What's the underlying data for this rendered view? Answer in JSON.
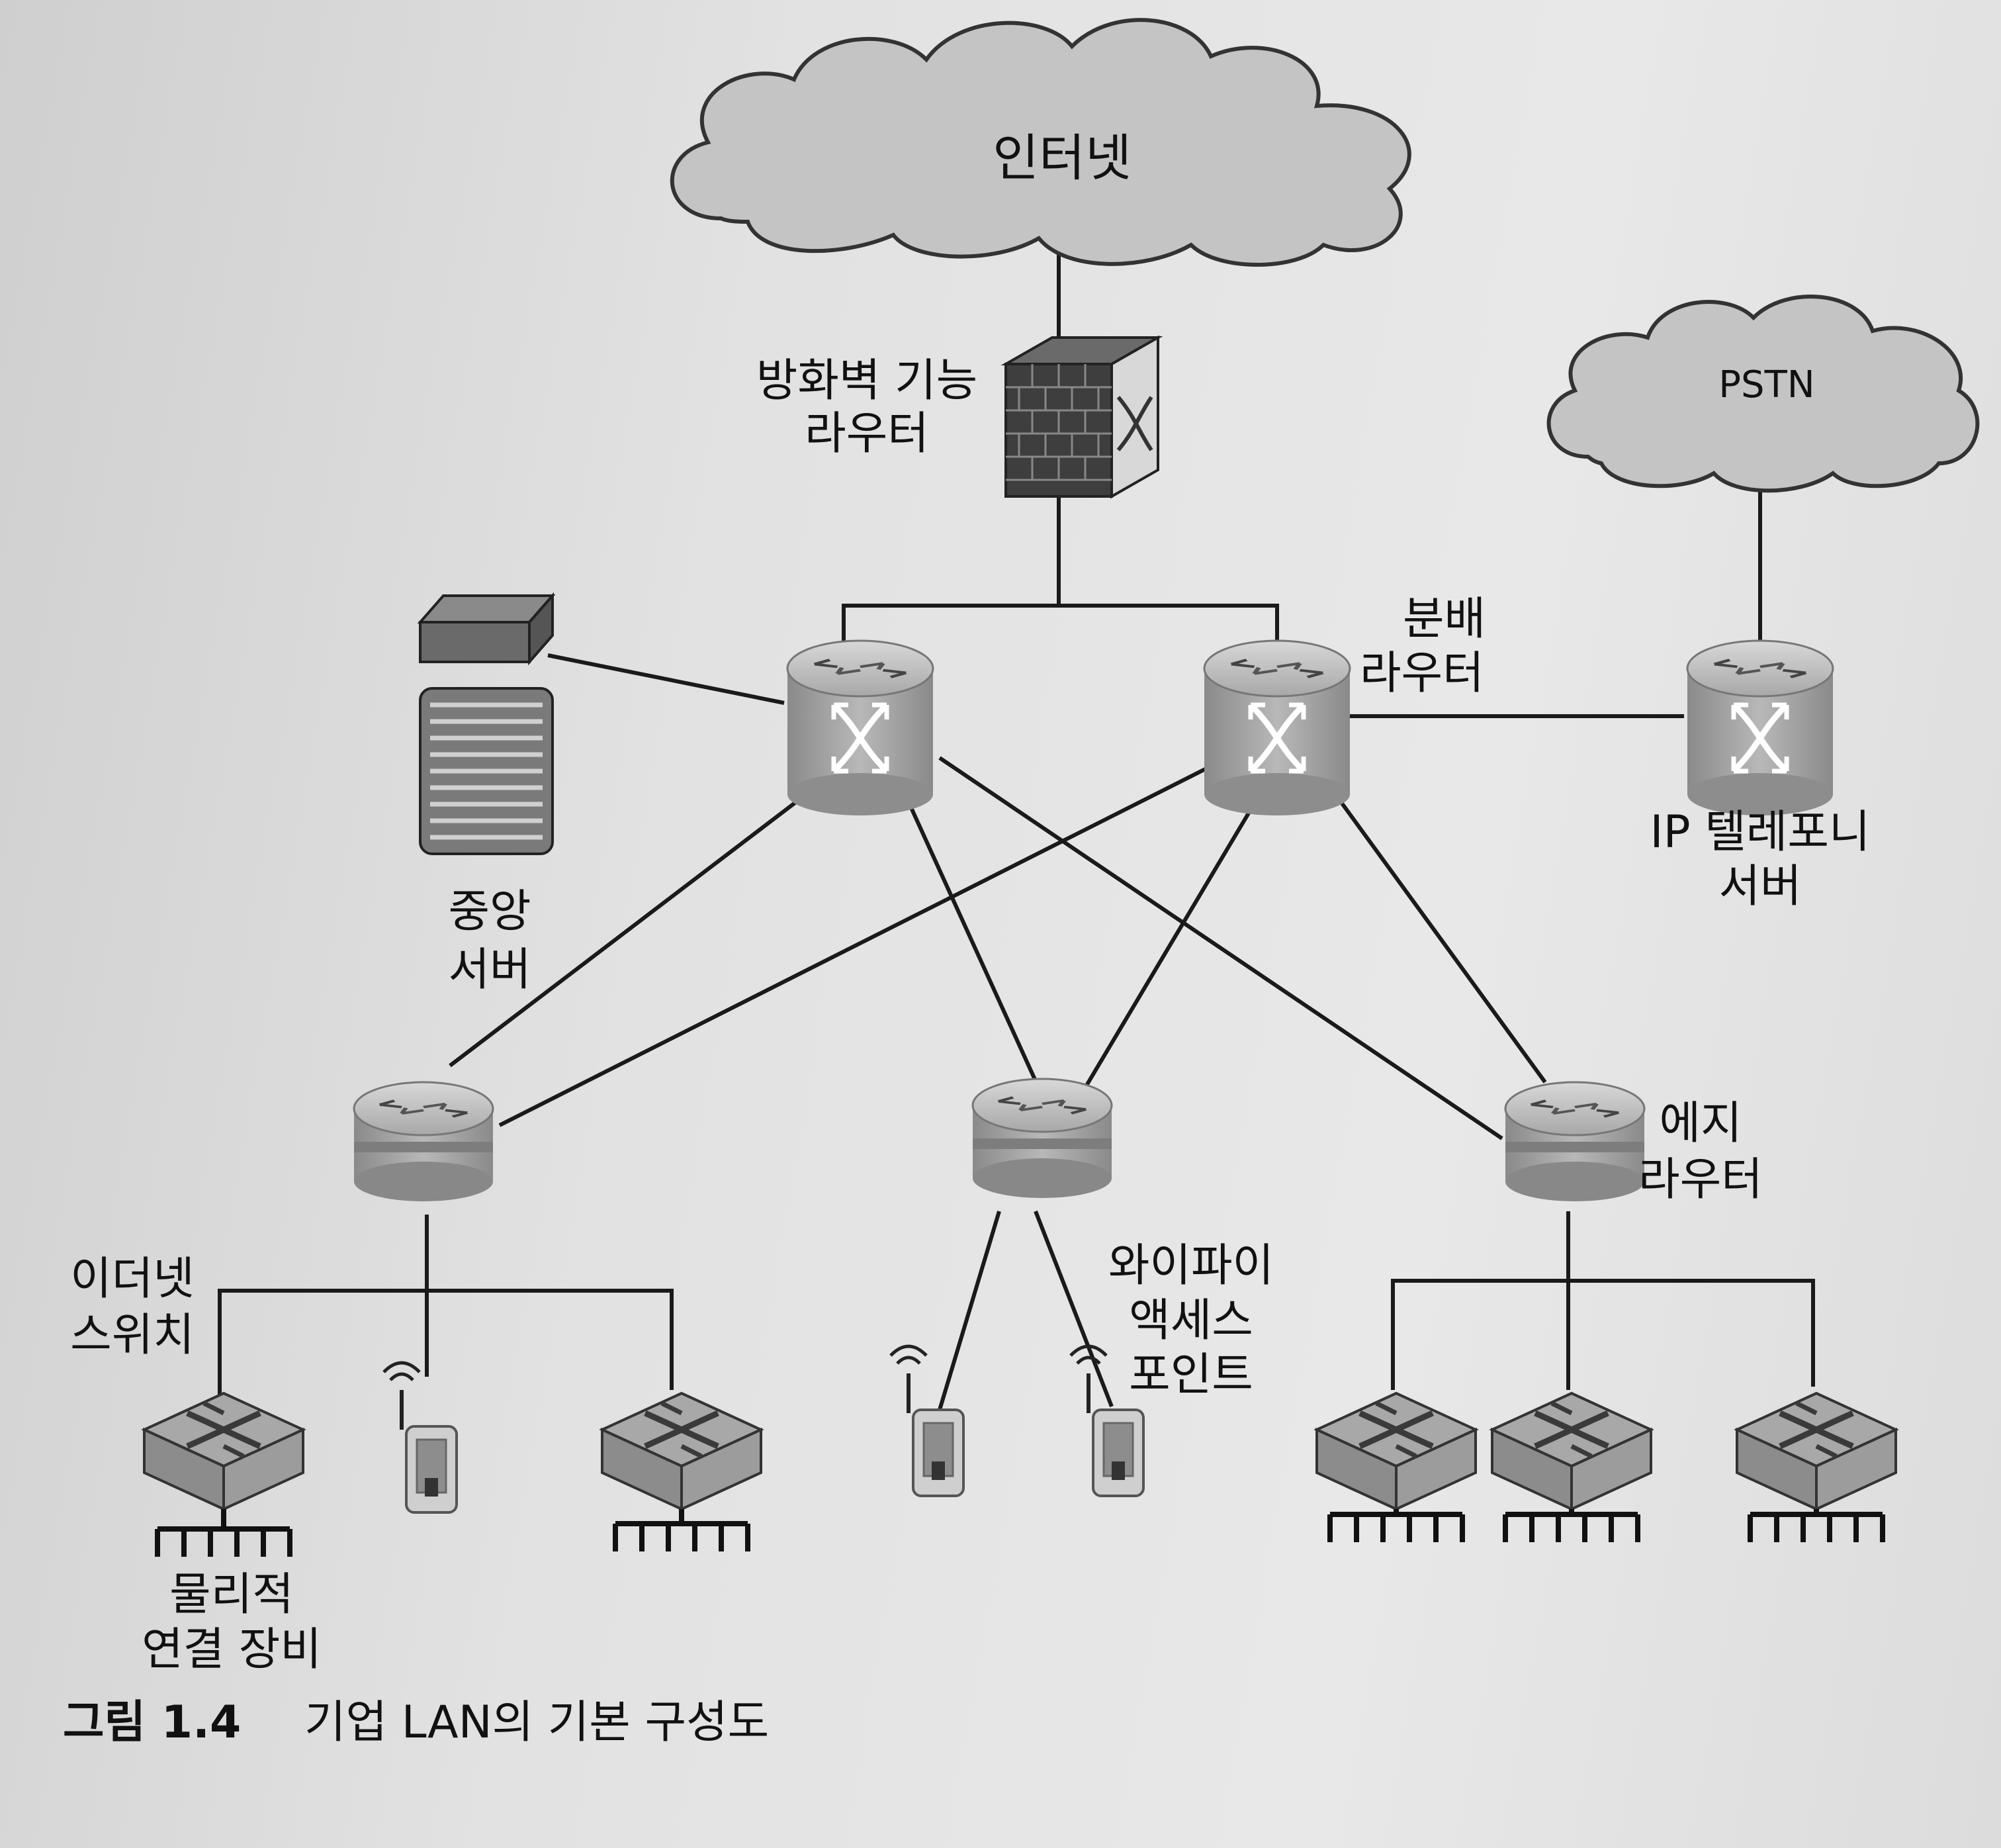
{
  "clouds": {
    "internet": "인터넷",
    "pstn": "PSTN"
  },
  "labels": {
    "firewall_router": [
      "방화벽 기능",
      "라우터"
    ],
    "distribution_router": [
      "분배",
      "라우터"
    ],
    "central_server": [
      "중앙",
      "서버"
    ],
    "ip_telephony_server": [
      "IP 텔레포니",
      "서버"
    ],
    "edge_router": [
      "에지",
      "라우터"
    ],
    "ethernet_switch": [
      "이더넷",
      "스위치"
    ],
    "wifi_access_point": [
      "와이파이",
      "액세스",
      "포인트"
    ],
    "physical_devices": [
      "물리적",
      "연결 장비"
    ]
  },
  "caption": {
    "number": "그림 1.4",
    "text": "기업 LAN의 기본 구성도"
  },
  "colors": {
    "cloud_fill": "#c4c4c4",
    "device_gray": "#9a9a9a",
    "line": "#1a1a1a"
  }
}
